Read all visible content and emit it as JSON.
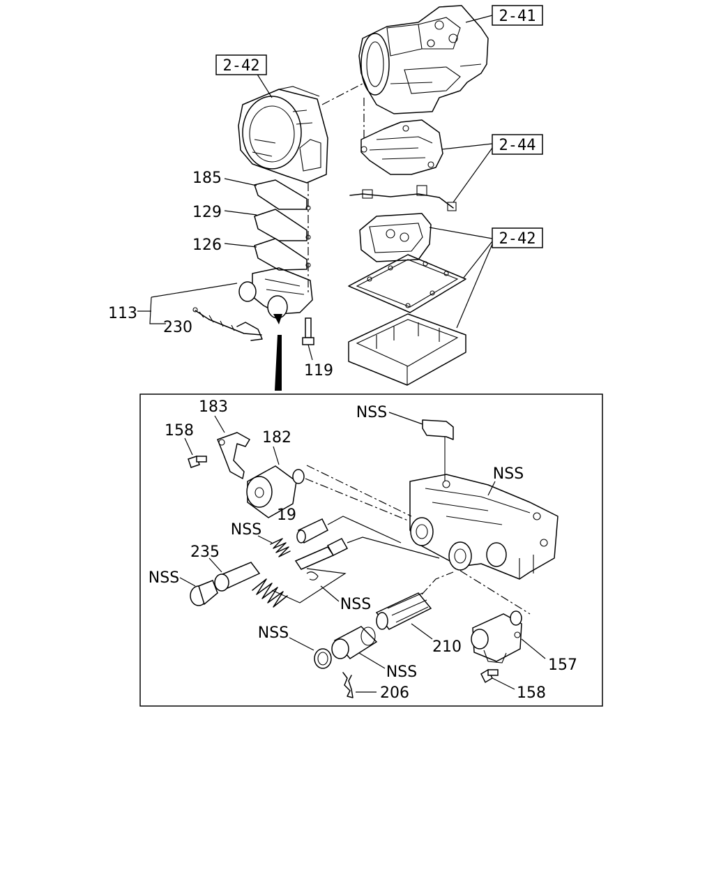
{
  "refs": {
    "r241": "2-41",
    "r242_top": "2-42",
    "r244": "2-44",
    "r242_right": "2-42"
  },
  "labels": {
    "p185": "185",
    "p129": "129",
    "p126": "126",
    "p113": "113",
    "p230": "230",
    "p119": "119",
    "p183": "183",
    "p158_top": "158",
    "p182": "182",
    "nss_clip": "NSS",
    "nss_body": "NSS",
    "p19": "19",
    "nss_spring": "NSS",
    "p235": "235",
    "nss_plug": "NSS",
    "nss_spring2": "NSS",
    "p210": "210",
    "nss_oring": "NSS",
    "nss_valve": "NSS",
    "p206": "206",
    "p157": "157",
    "p158_bottom": "158"
  }
}
